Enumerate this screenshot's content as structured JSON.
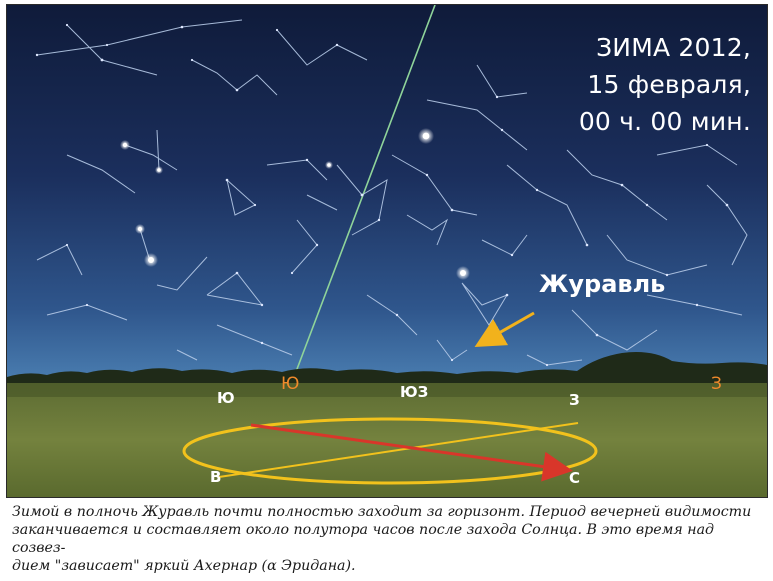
{
  "title": {
    "line1": "ЗИМА 2012,",
    "line2": "15 февраля,",
    "line3": "00 ч. 00 мин."
  },
  "constellation_label": "Журавль",
  "directions": {
    "south_orange": "Ю",
    "west_orange": "З",
    "south": "Ю",
    "southwest": "ЮЗ",
    "west": "З",
    "east": "В",
    "north": "С"
  },
  "caption": "Зимой в полночь Журавль почти полностью заходит за горизонт. Период вечерней видимости\nзаканчивается и составляет около полутора часов после захода Солнца. В это время над созвез-\nдием \"зависает\" яркий Ахернар (α Эридана).",
  "colors": {
    "sky_top": "#0f1c3c",
    "sky_bottom": "#3f6fa4",
    "ground": "#6d7a3a",
    "ellipse": "#f2c21c",
    "direction_arrow": "#d9362a",
    "pointer_arrow": "#f2b21c",
    "meridian_line": "#8fd49a",
    "constellation_lines": "#b7cbe8",
    "orange_labels": "#f08a2b"
  }
}
